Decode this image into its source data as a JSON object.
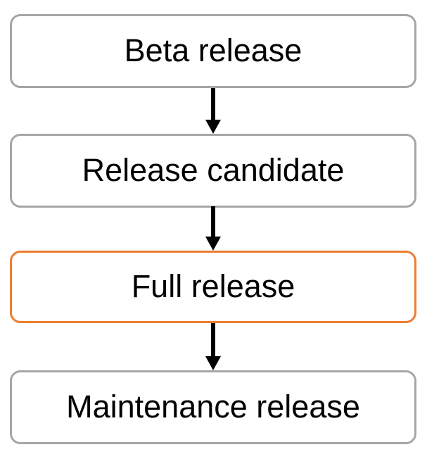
{
  "diagram": {
    "type": "flowchart",
    "orientation": "vertical",
    "nodes": [
      {
        "id": "beta-release",
        "label": "Beta release",
        "border_color": "#A6A6A6",
        "fill": "#FFFFFF",
        "highlighted": false
      },
      {
        "id": "release-candidate",
        "label": "Release candidate",
        "border_color": "#A6A6A6",
        "fill": "#FFFFFF",
        "highlighted": false
      },
      {
        "id": "full-release",
        "label": "Full release",
        "border_color": "#ED7D31",
        "fill": "#FFFFFF",
        "highlighted": true
      },
      {
        "id": "maintenance-release",
        "label": "Maintenance release",
        "border_color": "#A6A6A6",
        "fill": "#FFFFFF",
        "highlighted": false
      }
    ],
    "connectors": [
      {
        "from": "beta-release",
        "to": "release-candidate",
        "style": "straight-down-arrow",
        "color": "#000000"
      },
      {
        "from": "release-candidate",
        "to": "full-release",
        "style": "straight-down-arrow",
        "color": "#000000"
      },
      {
        "from": "full-release",
        "to": "maintenance-release",
        "style": "straight-down-arrow",
        "color": "#000000"
      }
    ],
    "colors": {
      "default_border": "#A6A6A6",
      "highlight_border": "#ED7D31",
      "arrow": "#000000",
      "text": "#000000",
      "background": "#FFFFFF"
    }
  }
}
